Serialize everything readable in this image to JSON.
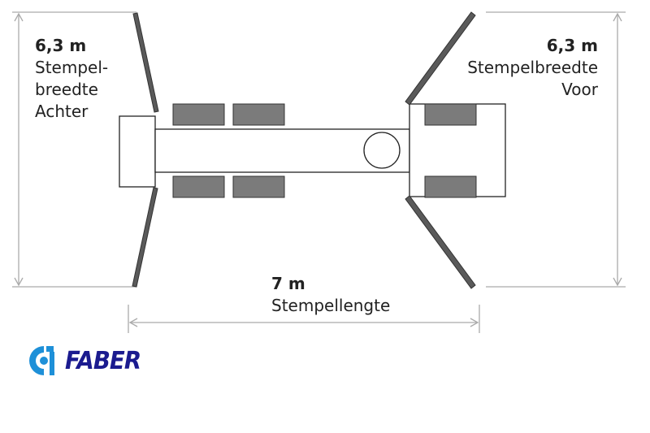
{
  "rear_outrigger": {
    "value": "6,3 m",
    "line1": "Stempel-",
    "line2": "breedte",
    "line3": "Achter"
  },
  "front_outrigger": {
    "value": "6,3 m",
    "line1": "Stempelbreedte",
    "line2": "Voor"
  },
  "outrigger_length": {
    "value": "7 m",
    "label": "Stempellengte"
  },
  "logo": {
    "text": "FABER",
    "color": "#1b1b8f",
    "icon_color": "#1e90d8",
    "icon": "faber-logo-icon"
  },
  "colors": {
    "line": "#222222",
    "dimension": "#aaaaaa",
    "pad_fill": "#7b7b7b",
    "outrigger": "#555555"
  }
}
